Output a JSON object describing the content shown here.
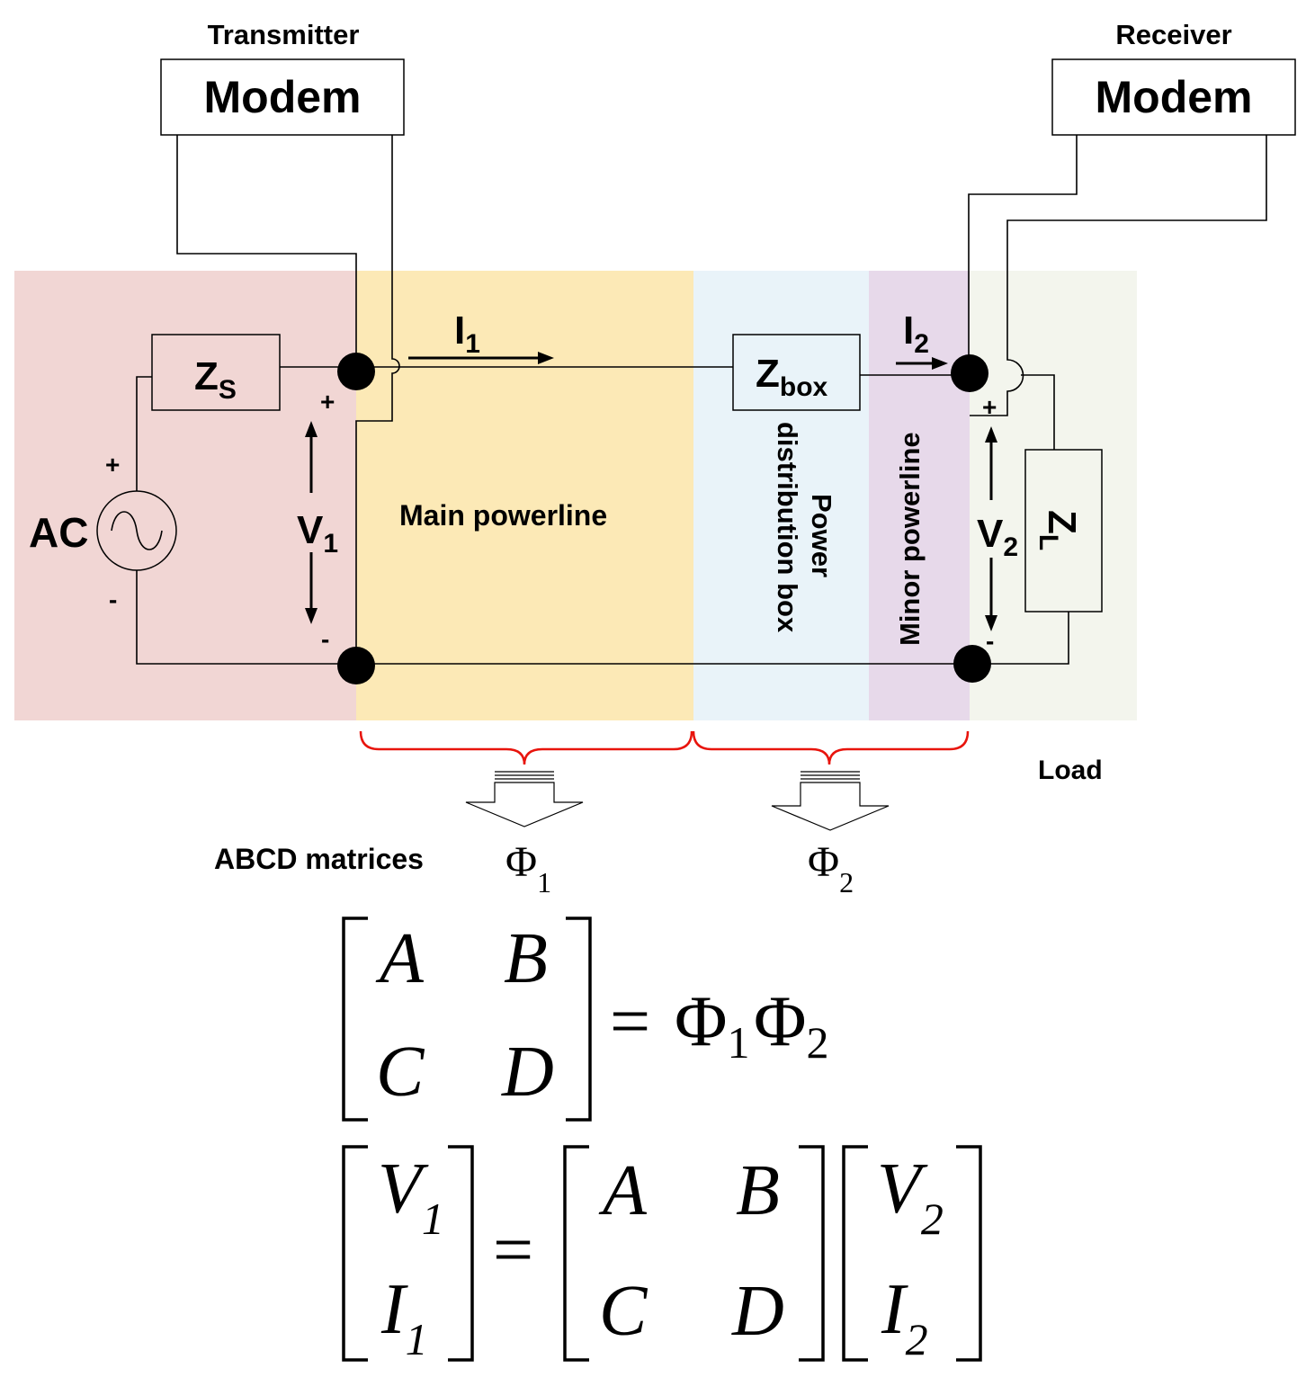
{
  "colors": {
    "source_region": "#f1d6d4",
    "main_line_region": "#fce9b6",
    "box_region": "#e9f3f9",
    "minor_line_region": "#e7d9ea",
    "load_region": "#f3f5ed",
    "brace": "#e8140c",
    "source_text": "#3a1a1a"
  },
  "transmitter": {
    "caption": "Transmitter",
    "box_label": "Modem"
  },
  "receiver": {
    "caption": "Receiver",
    "box_label": "Modem"
  },
  "source": {
    "label": "AC",
    "plus": "+",
    "minus": "-"
  },
  "zs": {
    "main": "Z",
    "sub": "S"
  },
  "zbox": {
    "main": "Z",
    "sub": "box"
  },
  "zl": {
    "main": "Z",
    "sub": "L"
  },
  "i1": {
    "main": "I",
    "sub": "1"
  },
  "i2": {
    "main": "I",
    "sub": "2"
  },
  "v1": {
    "main": "V",
    "sub": "1",
    "plus": "+",
    "minus": "-"
  },
  "v2": {
    "main": "V",
    "sub": "2",
    "plus": "+",
    "minus": "-"
  },
  "regions": {
    "main_powerline": "Main powerline",
    "distribution_box_line1": "Power",
    "distribution_box_line2": "distribution box",
    "minor_powerline": "Minor powerline",
    "load": "Load"
  },
  "abcd_caption": "ABCD matrices",
  "phi1": {
    "main": "Φ",
    "sub": "1"
  },
  "phi2": {
    "main": "Φ",
    "sub": "2"
  },
  "equation1": {
    "matrix": [
      "A",
      "B",
      "C",
      "D"
    ],
    "equals": "=",
    "rhs": [
      {
        "main": "Φ",
        "sub": "1"
      },
      {
        "main": "Φ",
        "sub": "2"
      }
    ]
  },
  "equation2": {
    "lhs": [
      {
        "main": "V",
        "sub": "1"
      },
      {
        "main": "I",
        "sub": "1"
      }
    ],
    "equals": "=",
    "matrix": [
      "A",
      "B",
      "C",
      "D"
    ],
    "rhs": [
      {
        "main": "V",
        "sub": "2"
      },
      {
        "main": "I",
        "sub": "2"
      }
    ]
  }
}
